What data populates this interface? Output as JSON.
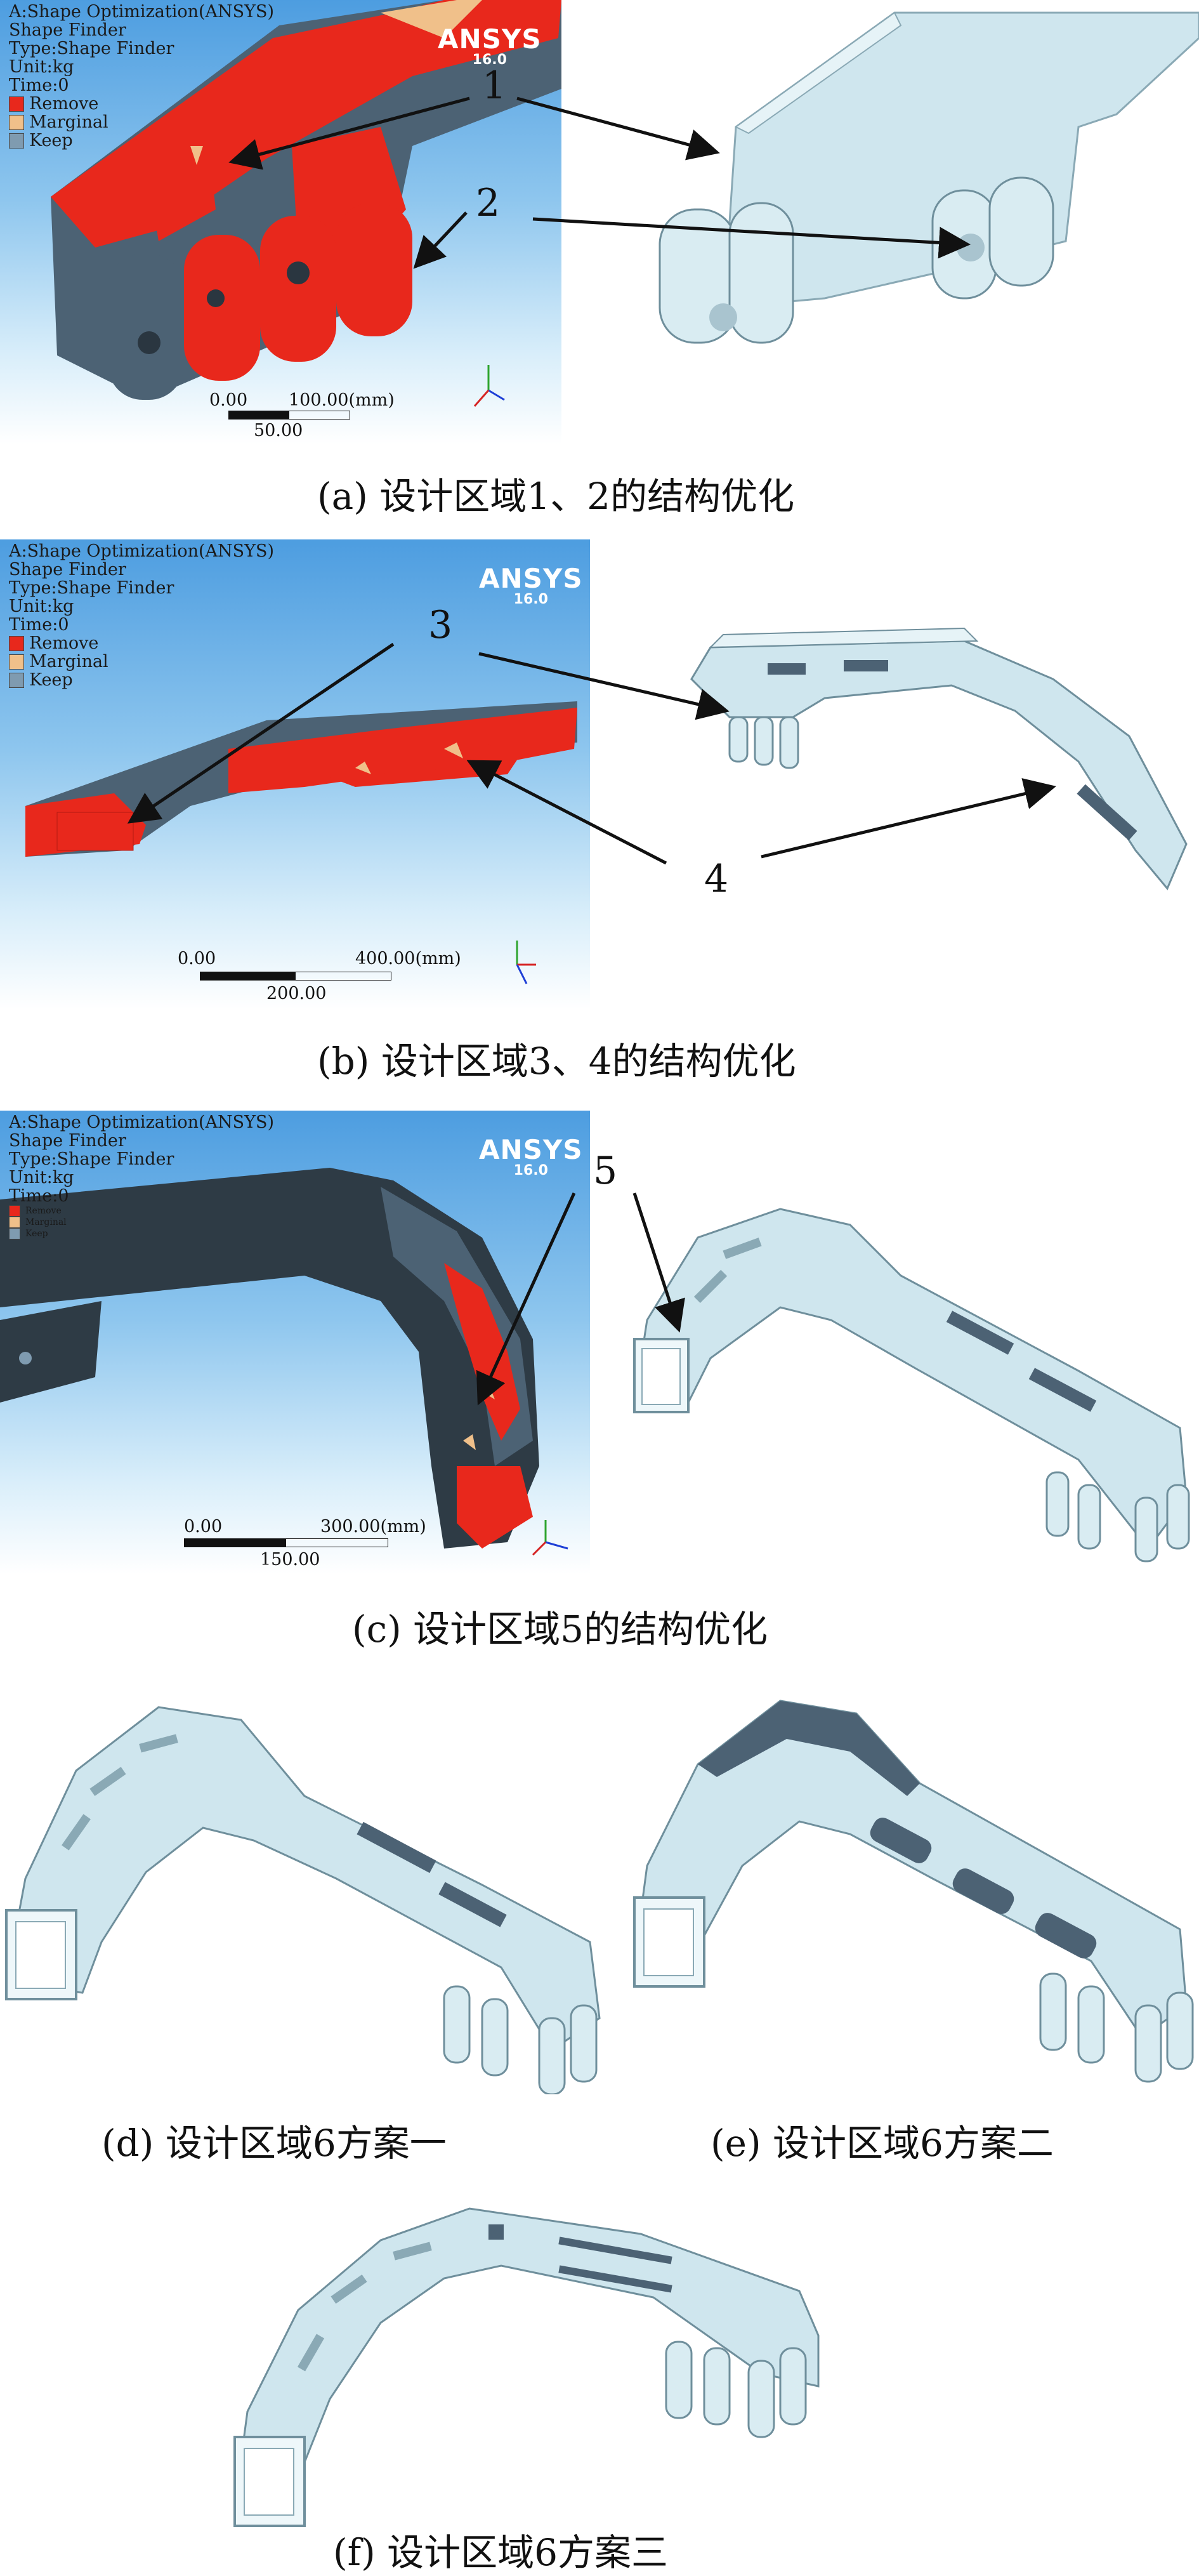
{
  "panels": {
    "a": {
      "info": [
        "A:Shape Optimization(ANSYS)",
        "Shape Finder",
        "Type:Shape Finder",
        "Unit:kg",
        "Time:0"
      ],
      "legend": [
        {
          "label": "Remove",
          "color": "#e8281c"
        },
        {
          "label": "Marginal",
          "color": "#f0c08a"
        },
        {
          "label": "Keep",
          "color": "#7f9bb0"
        }
      ],
      "logo": {
        "brand": "ANSYS",
        "version": "16.0"
      },
      "scale": {
        "left": "0.00",
        "right": "100.00(mm)",
        "mid": "50.00"
      },
      "callouts": [
        "1",
        "2"
      ],
      "caption": "(a) 设计区域1、2的结构优化"
    },
    "b": {
      "info": [
        "A:Shape Optimization(ANSYS)",
        "Shape Finder",
        "Type:Shape Finder",
        "Unit:kg",
        "Time:0"
      ],
      "legend": [
        {
          "label": "Remove",
          "color": "#e8281c"
        },
        {
          "label": "Marginal",
          "color": "#f0c08a"
        },
        {
          "label": "Keep",
          "color": "#7f9bb0"
        }
      ],
      "logo": {
        "brand": "ANSYS",
        "version": "16.0"
      },
      "scale": {
        "left": "0.00",
        "right": "400.00(mm)",
        "mid": "200.00"
      },
      "callouts": [
        "3",
        "4"
      ],
      "caption": "(b) 设计区域3、4的结构优化"
    },
    "c": {
      "info": [
        "A:Shape Optimization(ANSYS)",
        "Shape Finder",
        "Type:Shape Finder",
        "Unit:kg",
        "Time:0"
      ],
      "legend": [
        {
          "label": "Remove",
          "color": "#e8281c"
        },
        {
          "label": "Marginal",
          "color": "#f0c08a"
        },
        {
          "label": "Keep",
          "color": "#7f9bb0"
        }
      ],
      "logo": {
        "brand": "ANSYS",
        "version": "16.0"
      },
      "scale": {
        "left": "0.00",
        "right": "300.00(mm)",
        "mid": "150.00"
      },
      "callouts": [
        "5"
      ],
      "caption": "(c) 设计区域5的结构优化"
    },
    "d": {
      "caption": "(d) 设计区域6方案一"
    },
    "e": {
      "caption": "(e) 设计区域6方案二"
    },
    "f": {
      "caption": "(f) 设计区域6方案三"
    }
  },
  "colors": {
    "remove": "#e8281c",
    "keep": "#4c6274",
    "part": "#c9e2ea",
    "partEdge": "#6f8f9c"
  }
}
